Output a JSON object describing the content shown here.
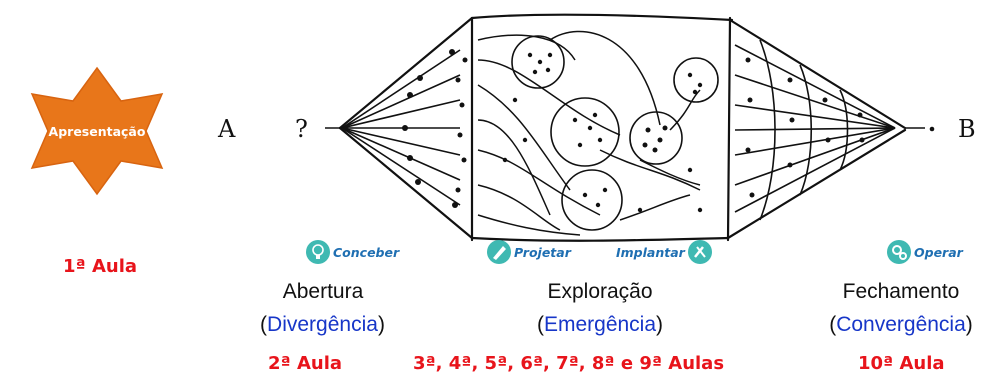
{
  "star": {
    "label": "Apresentação",
    "color": "#e8761a"
  },
  "first_class": "1ª Aula",
  "start_letter": "A",
  "question_mark": "?",
  "end_letter": "B",
  "badges": {
    "conceber": {
      "label": "Conceber",
      "icon": "lightbulb-icon"
    },
    "projetar": {
      "label": "Projetar",
      "icon": "pencil-icon"
    },
    "implantar": {
      "label": "Implantar",
      "icon": "tools-icon"
    },
    "operar": {
      "label": "Operar",
      "icon": "gears-icon"
    }
  },
  "phases": {
    "opening": {
      "title": "Abertura",
      "paren_open": "(",
      "keyword": "Divergência",
      "paren_close": ")",
      "classes": "2ª Aula"
    },
    "exploration": {
      "title": "Exploração",
      "paren_open": "(",
      "keyword": "Emergência",
      "paren_close": ")",
      "classes": "3ª, 4ª, 5ª, 6ª, 7ª, 8ª e  9ª Aulas"
    },
    "closing": {
      "title": "Fechamento",
      "paren_open": "(",
      "keyword": "Convergência",
      "paren_close": ")",
      "classes": "10ª Aula"
    }
  },
  "colors": {
    "accent_red": "#e8141b",
    "keyword_blue": "#1736c8",
    "badge_teal": "#3fb9b2",
    "badge_text": "#1f6fb2"
  }
}
